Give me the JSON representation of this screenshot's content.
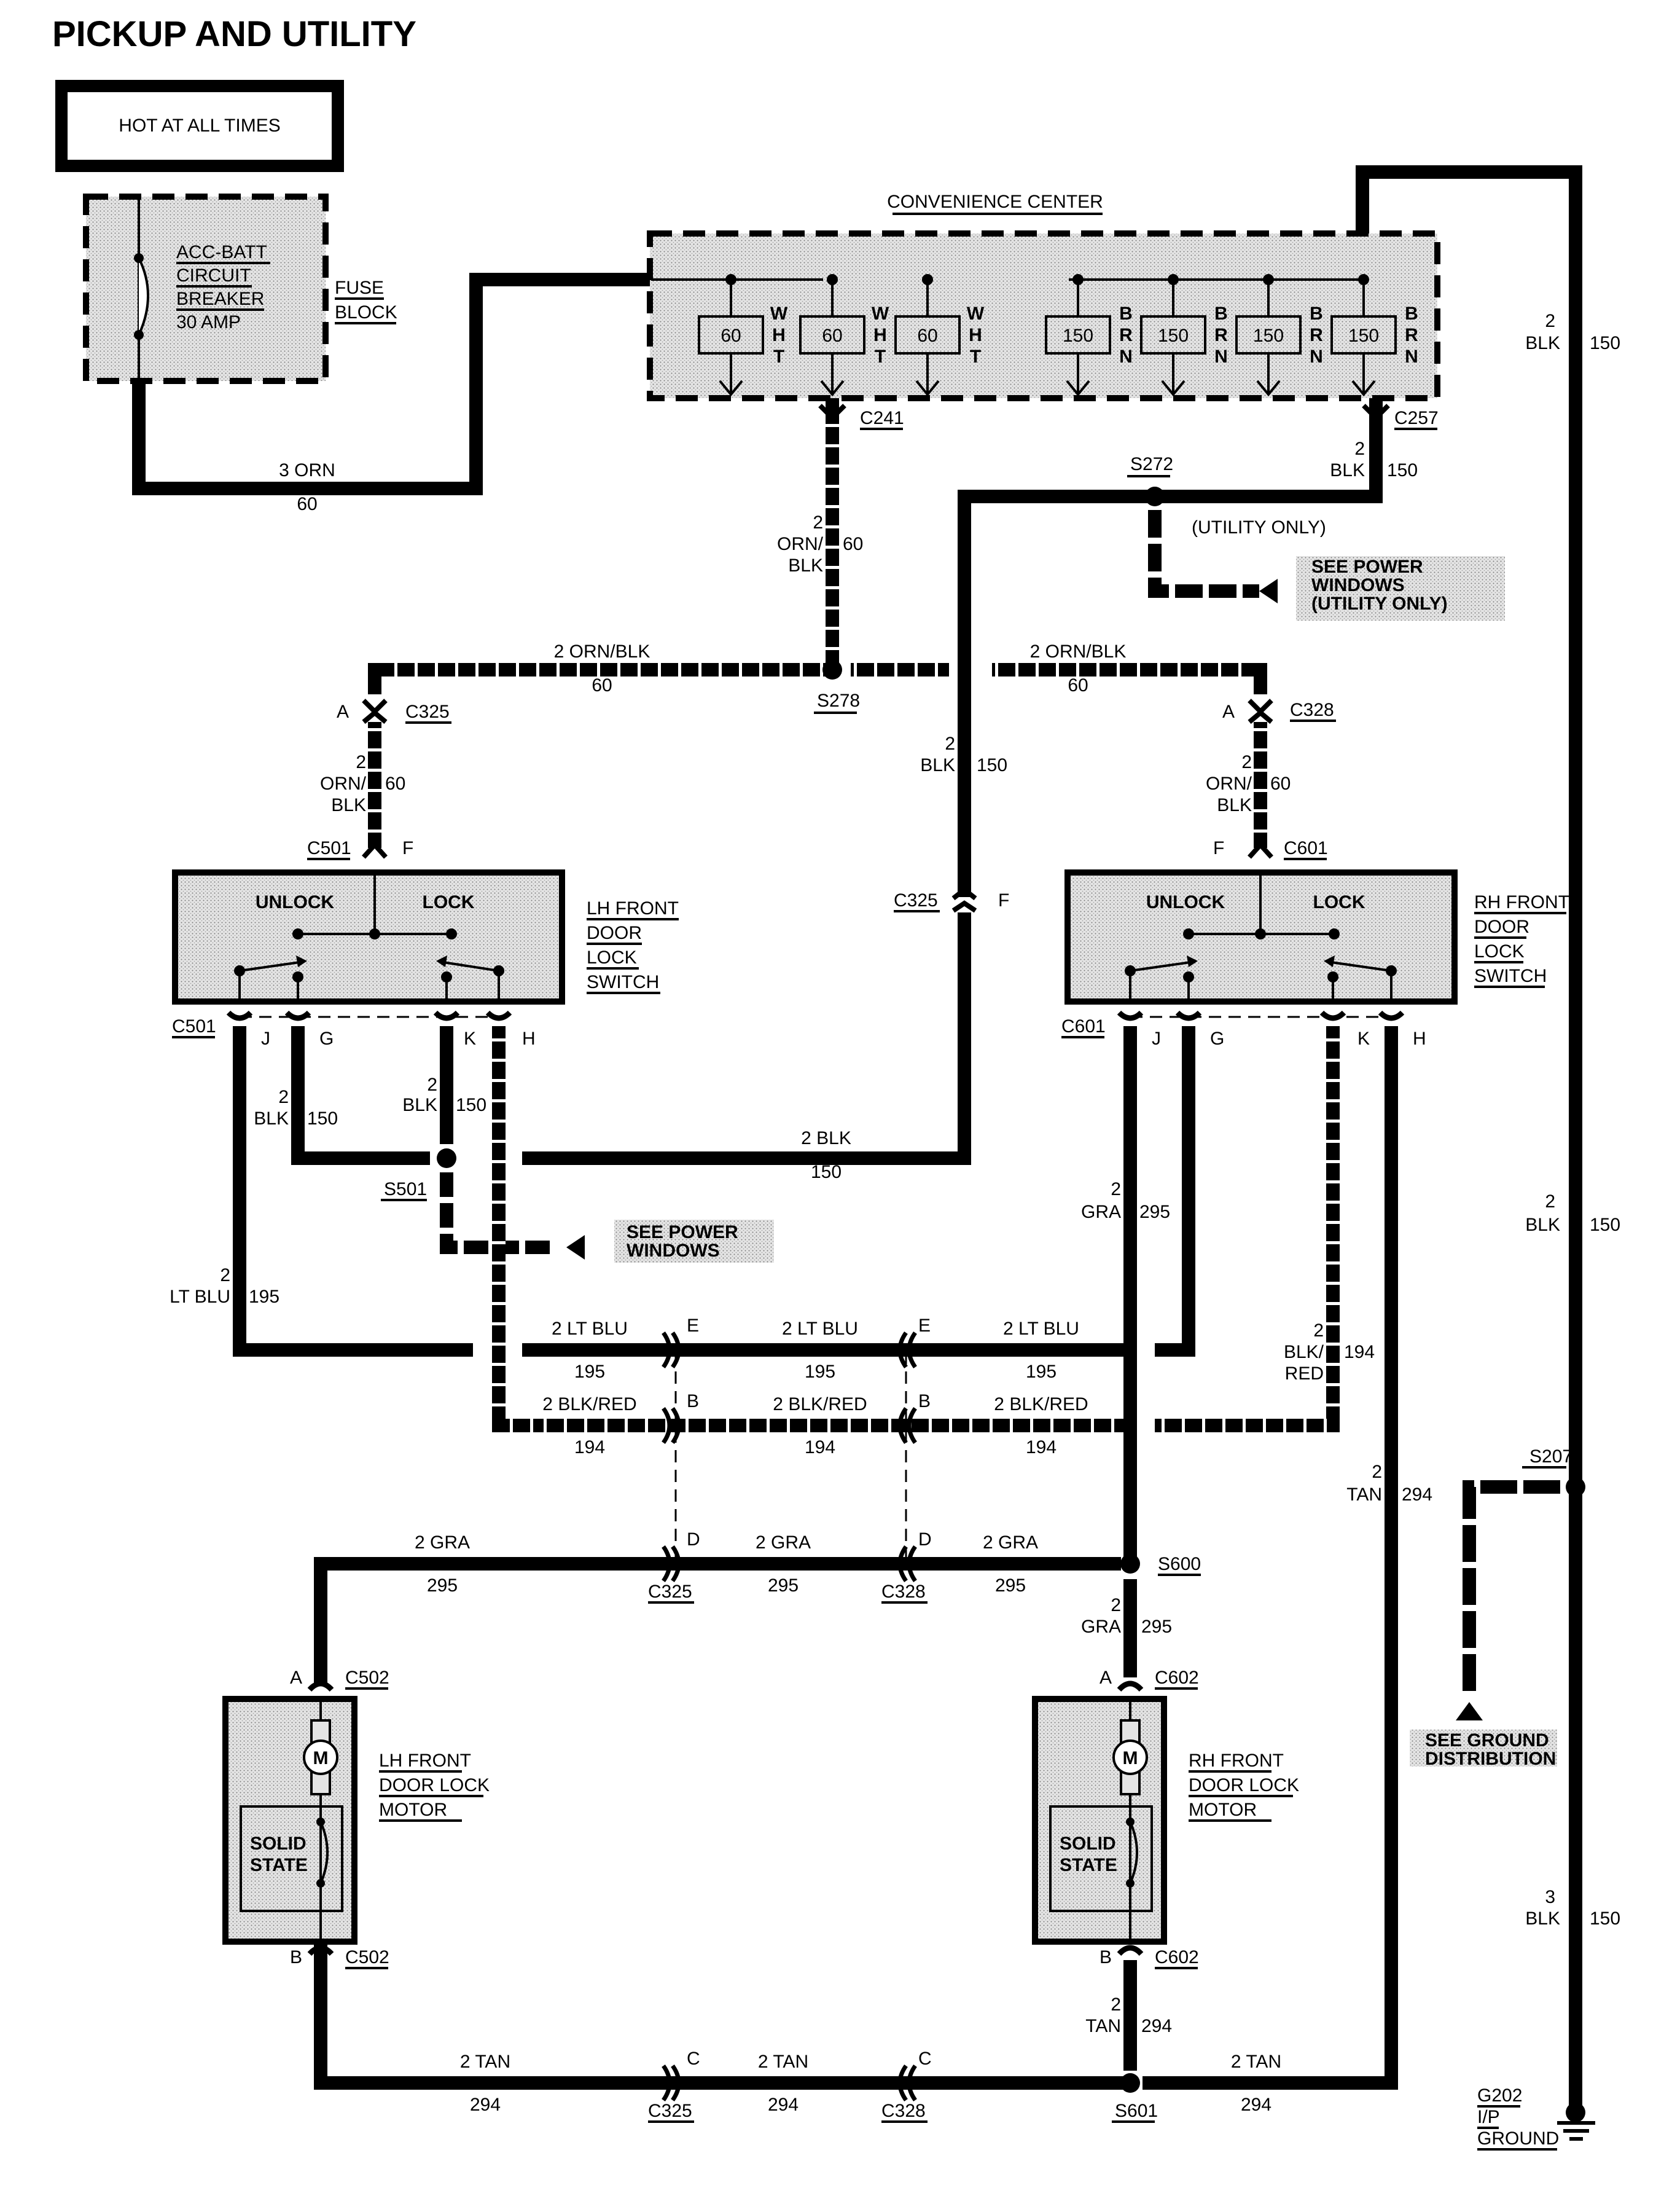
{
  "title": "PICKUP AND UTILITY",
  "power_label": "HOT AT ALL TIMES",
  "fuse_block": {
    "label_lines": [
      "FUSE",
      "BLOCK"
    ],
    "breaker_lines": [
      "ACC-BATT",
      "CIRCUIT",
      "BREAKER",
      "30 AMP"
    ]
  },
  "convenience_center": {
    "label": "CONVENIENCE CENTER",
    "fuses": [
      {
        "circuit": "60",
        "color": "WHT"
      },
      {
        "circuit": "60",
        "color": "WHT"
      },
      {
        "circuit": "60",
        "color": "WHT"
      },
      {
        "circuit": "150",
        "color": "BRN"
      },
      {
        "circuit": "150",
        "color": "BRN"
      },
      {
        "circuit": "150",
        "color": "BRN"
      },
      {
        "circuit": "150",
        "color": "BRN"
      }
    ],
    "connectors": [
      "C241",
      "C257"
    ]
  },
  "wires": {
    "orn_feed": {
      "gauge_color": "3 ORN",
      "circuit": "60"
    },
    "c241_down": {
      "gauge": "2",
      "color1": "ORN/",
      "color2": "BLK",
      "circuit": "60"
    },
    "c257_down": {
      "gauge": "2",
      "color": "BLK",
      "circuit": "150"
    },
    "right_bus_top": {
      "gauge": "2",
      "color": "BLK",
      "circuit": "150"
    },
    "right_bus_mid": {
      "gauge": "2",
      "color": "BLK",
      "circuit": "150"
    },
    "right_bus_bottom": {
      "gauge": "3",
      "color": "BLK",
      "circuit": "150"
    },
    "orn_blk_left": {
      "gauge_color": "2  ORN/BLK",
      "circuit": "60"
    },
    "orn_blk_right": {
      "gauge_color": "2  ORN/BLK",
      "circuit": "60"
    },
    "lh_orn_blk_vert": {
      "gauge": "2",
      "color1": "ORN/",
      "color2": "BLK",
      "circuit": "60"
    },
    "rh_orn_blk_vert": {
      "gauge": "2",
      "color1": "ORN/",
      "color2": "BLK",
      "circuit": "60"
    },
    "center_blk": {
      "gauge": "2",
      "color": "BLK",
      "circuit": "150"
    },
    "lh_g_blk": {
      "gauge": "2",
      "color": "BLK",
      "circuit": "150"
    },
    "lh_k_blk": {
      "gauge": "2",
      "color": "BLK",
      "circuit": "150"
    },
    "s501_blk": {
      "gauge_color": "2  BLK",
      "circuit": "150"
    },
    "lh_j_ltblu": {
      "gauge": "2",
      "color": "LT BLU",
      "circuit": "195"
    },
    "rh_j_gra": {
      "gauge": "2",
      "color": "GRA",
      "circuit": "295"
    },
    "rh_k_blkred": {
      "gauge": "2",
      "color1": "BLK/",
      "color2": "RED",
      "circuit": "194"
    },
    "rh_h_tan": {
      "gauge": "2",
      "color": "TAN",
      "circuit": "294"
    },
    "ltblu_runs": [
      {
        "gauge_color": "2  LT BLU",
        "circuit": "195"
      },
      {
        "gauge_color": "2  LT BLU",
        "circuit": "195"
      },
      {
        "gauge_color": "2  LT BLU",
        "circuit": "195"
      }
    ],
    "blkred_runs": [
      {
        "gauge_color": "2  BLK/RED",
        "circuit": "194"
      },
      {
        "gauge_color": "2  BLK/RED",
        "circuit": "194"
      },
      {
        "gauge_color": "2  BLK/RED",
        "circuit": "194"
      }
    ],
    "gra_runs": [
      {
        "gauge_color": "2  GRA",
        "circuit": "295"
      },
      {
        "gauge_color": "2  GRA",
        "circuit": "295"
      },
      {
        "gauge_color": "2  GRA",
        "circuit": "295"
      }
    ],
    "s600_down": {
      "gauge": "2",
      "color": "GRA",
      "circuit": "295"
    },
    "c602_down": {
      "gauge": "2",
      "color": "TAN",
      "circuit": "294"
    },
    "tan_runs": [
      {
        "gauge_color": "2  TAN",
        "circuit": "294"
      },
      {
        "gauge_color": "2  TAN",
        "circuit": "294"
      },
      {
        "gauge_color": "2  TAN",
        "circuit": "294"
      }
    ]
  },
  "splices": [
    "S272",
    "S278",
    "S501",
    "S600",
    "S601",
    "S207"
  ],
  "notes": {
    "utility_only": "(UTILITY ONLY)",
    "see_power_windows_utility": [
      "SEE POWER",
      "WINDOWS",
      "(UTILITY ONLY)"
    ],
    "see_power_windows": [
      "SEE POWER",
      "WINDOWS"
    ],
    "see_ground": [
      "SEE GROUND",
      "DISTRIBUTION"
    ]
  },
  "connectors": {
    "c325": "C325",
    "c328": "C328",
    "c501": "C501",
    "c601": "C601",
    "c502": "C502",
    "c602": "C602",
    "pins": {
      "A": "A",
      "B": "B",
      "C": "C",
      "D": "D",
      "E": "E",
      "F": "F",
      "G": "G",
      "H": "H",
      "J": "J",
      "K": "K"
    }
  },
  "lh_switch": {
    "label_lines": [
      "LH FRONT",
      "DOOR",
      "LOCK",
      "SWITCH"
    ],
    "unlock": "UNLOCK",
    "lock": "LOCK"
  },
  "rh_switch": {
    "label_lines": [
      "RH FRONT",
      "DOOR",
      "LOCK",
      "SWITCH"
    ],
    "unlock": "UNLOCK",
    "lock": "LOCK"
  },
  "lh_motor": {
    "label_lines": [
      "LH FRONT",
      "DOOR LOCK",
      "MOTOR"
    ],
    "motor": "M",
    "solid_state": [
      "SOLID",
      "STATE"
    ]
  },
  "rh_motor": {
    "label_lines": [
      "RH FRONT",
      "DOOR LOCK",
      "MOTOR"
    ],
    "motor": "M",
    "solid_state": [
      "SOLID",
      "STATE"
    ]
  },
  "ground": {
    "label_lines": [
      "G202",
      "I/P",
      "GROUND"
    ]
  }
}
